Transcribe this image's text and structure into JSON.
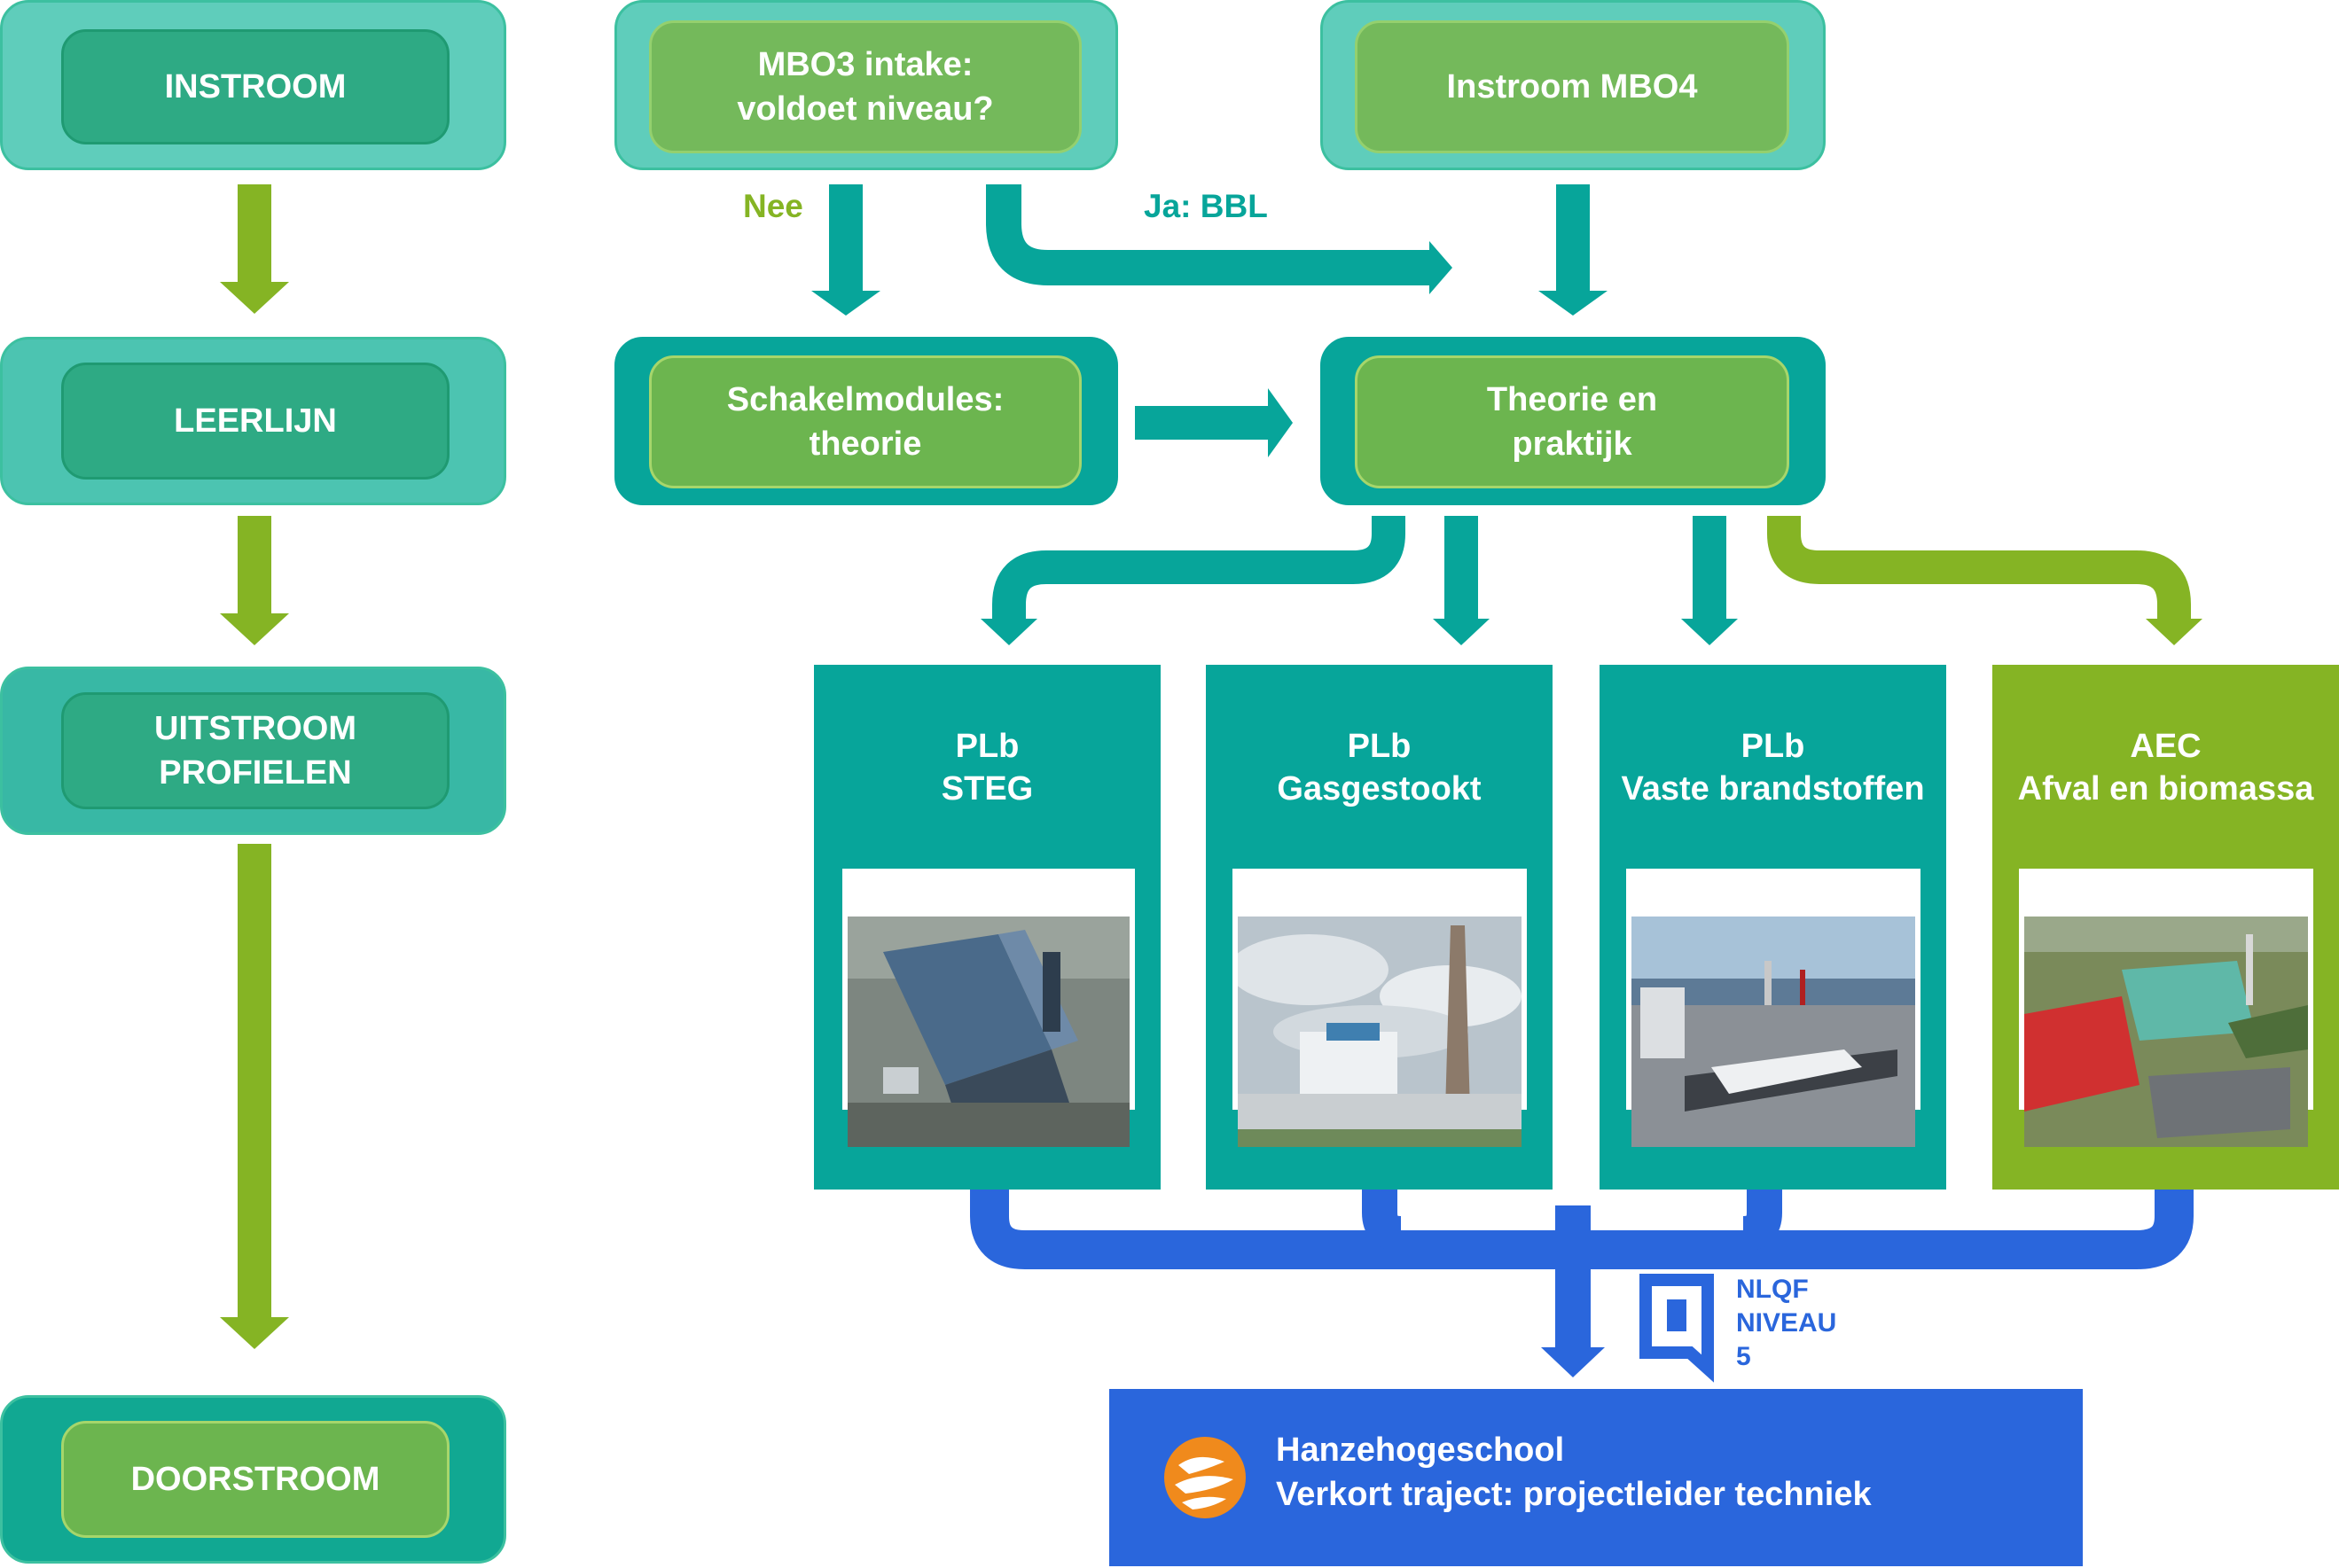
{
  "colors": {
    "teal": "#07a59a",
    "teal_box": "#4fc6b4",
    "green": "#7fb11f",
    "green_box": "#74b95b",
    "blue": "#2a66dc"
  },
  "left_column": {
    "instroom": "INSTROOM",
    "leerlijn": "LEERLIJN",
    "uitstroom": "UITSTROOM\nPROFIELEN",
    "doorstroom": "DOORSTROOM"
  },
  "top": {
    "mbo3": "MBO3 intake:\nvoldoet niveau?",
    "mbo4": "Instroom MBO4"
  },
  "branch_labels": {
    "nee": "Nee",
    "ja": "Ja: BBL"
  },
  "middle": {
    "schakel": "Schakelmodules:\ntheorie",
    "theorie": "Theorie en\npraktijk"
  },
  "profiles": [
    {
      "title": "PLb\nSTEG",
      "photo_icon": "steg-plant-photo"
    },
    {
      "title": "PLb\nGasgestookt",
      "photo_icon": "gas-plant-chimney-photo"
    },
    {
      "title": "PLb\nVaste brandstoffen",
      "photo_icon": "coal-plant-harbour-photo"
    },
    {
      "title": "AEC\nAfval en biomassa",
      "photo_icon": "waste-plant-photo"
    }
  ],
  "nlqf": {
    "line1": "NLQF",
    "line2": "NIVEAU",
    "line3": "5"
  },
  "hanze": {
    "line1": "Hanzehogeschool",
    "line2": "Verkort traject: projectleider techniek"
  }
}
